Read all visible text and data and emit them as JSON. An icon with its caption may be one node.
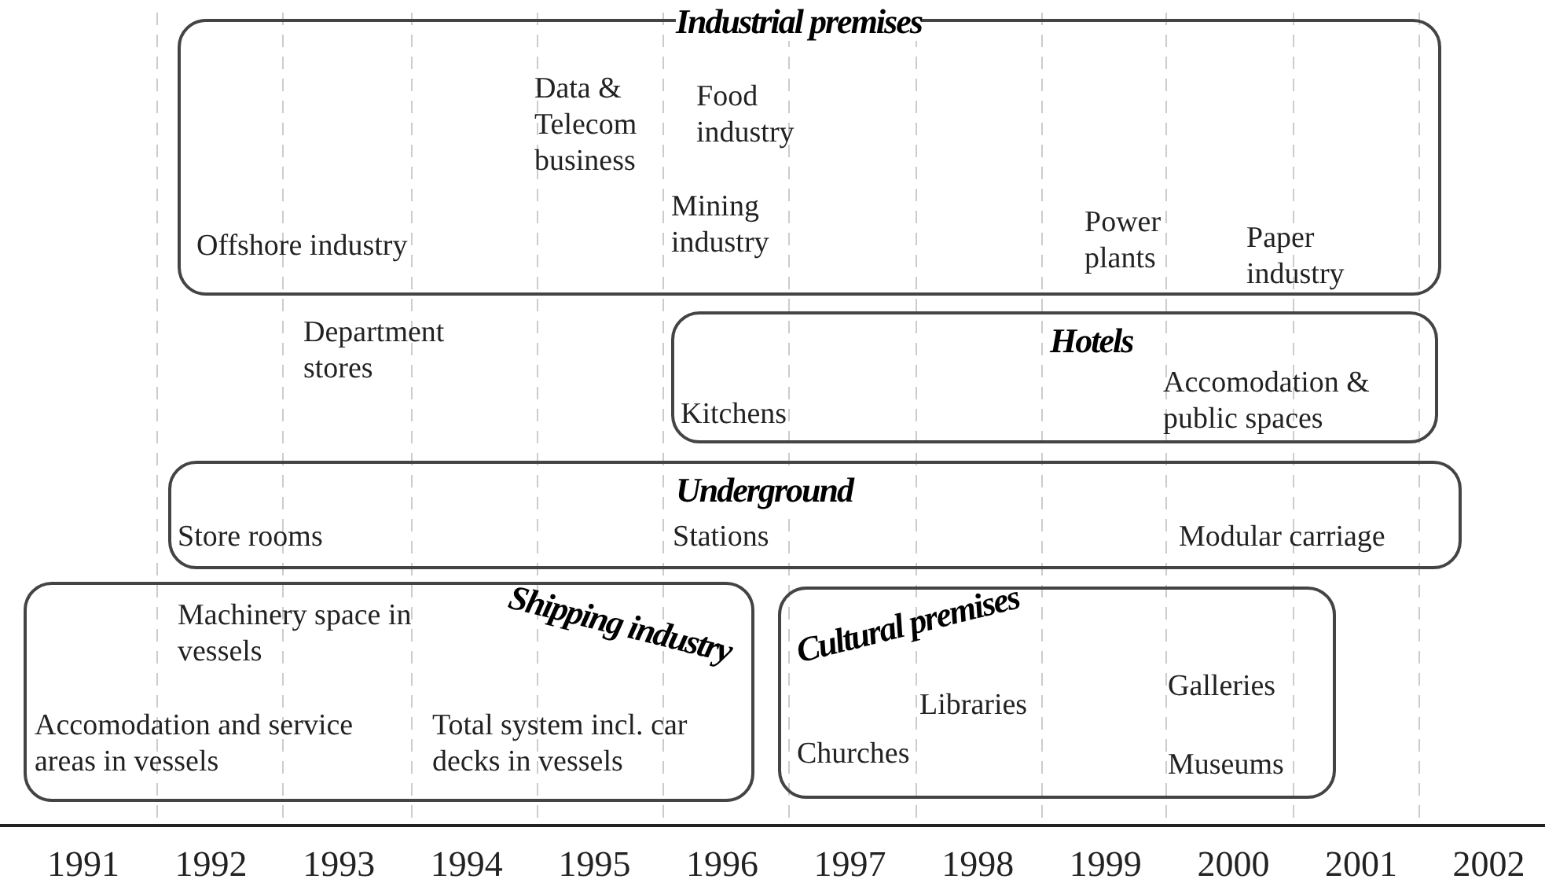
{
  "diagram": {
    "nodes": [
      {
        "text": [
          "Industrial premises",
          "Data & Telecom business",
          "Food industry",
          "Mining industry",
          "Offshore industry",
          "Power plants",
          "Paper industry"
        ]
      },
      {
        "text": [
          "Hotels",
          "Kitchens",
          "Accomodation & public spaces"
        ]
      },
      {
        "text": [
          "Underground",
          "Store rooms",
          "Stations",
          "Modular carriage"
        ]
      },
      {
        "text": [
          "Shipping industry",
          "Machinery space in vessels",
          "Accomodation and service areas in vessels",
          "Total system incl. car decks in vessels"
        ]
      },
      {
        "text": [
          "Cultural premises",
          "Libraries",
          "Churches",
          "Galleries",
          "Museums"
        ]
      }
    ],
    "labels": [
      "Department stores",
      "1991",
      "1992",
      "1993",
      "1994",
      "1995",
      "1996",
      "1997",
      "1998",
      "1999",
      "2000",
      "2001",
      "2002"
    ]
  }
}
